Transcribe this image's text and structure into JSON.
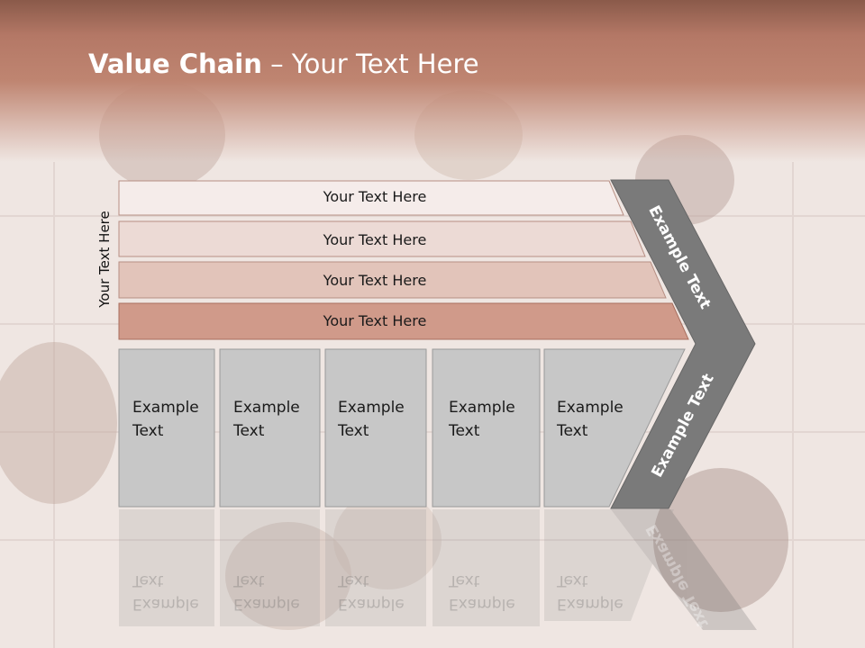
{
  "title": {
    "bold": "Value Chain",
    "rest": " – Your Text Here"
  },
  "side_label": "Your Text Here",
  "bars": [
    {
      "label": "Your Text Here",
      "fill": "#f5ecea"
    },
    {
      "label": "Your Text Here",
      "fill": "#ecdad5"
    },
    {
      "label": "Your Text Here",
      "fill": "#e2c4ba"
    },
    {
      "label": "Your Text Here",
      "fill": "#d09a8a"
    }
  ],
  "boxes": [
    {
      "label": "Example\nText"
    },
    {
      "label": "Example\nText"
    },
    {
      "label": "Example\nText"
    },
    {
      "label": "Example\nText"
    },
    {
      "label": "Example\nText"
    }
  ],
  "arrow": {
    "upper_label": "Example Text",
    "lower_label": "Example Text"
  },
  "colors": {
    "box_fill": "#c7c7c7",
    "arrow_fill": "#7a7a7a",
    "header": "#b97b69"
  }
}
